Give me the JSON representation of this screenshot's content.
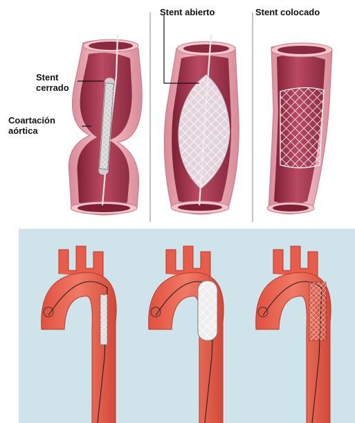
{
  "labels": {
    "stent_abierto": "Stent abierto",
    "stent_colocado": "Stent colocado",
    "stent_cerrado_line1": "Stent",
    "stent_cerrado_line2": "cerrado",
    "coartacion_line1": "Coartación",
    "coartacion_line2": "aórtica"
  },
  "colors": {
    "vessel_outer": "#e8a6b0",
    "vessel_inner": "#b23650",
    "vessel_dark": "#7e1f36",
    "mesh": "#ffffff",
    "divider": "#9a9a9a",
    "bottom_background": "#cfe4ea",
    "aorta": "#e85c4b",
    "aorta_dark": "#b8382c"
  }
}
